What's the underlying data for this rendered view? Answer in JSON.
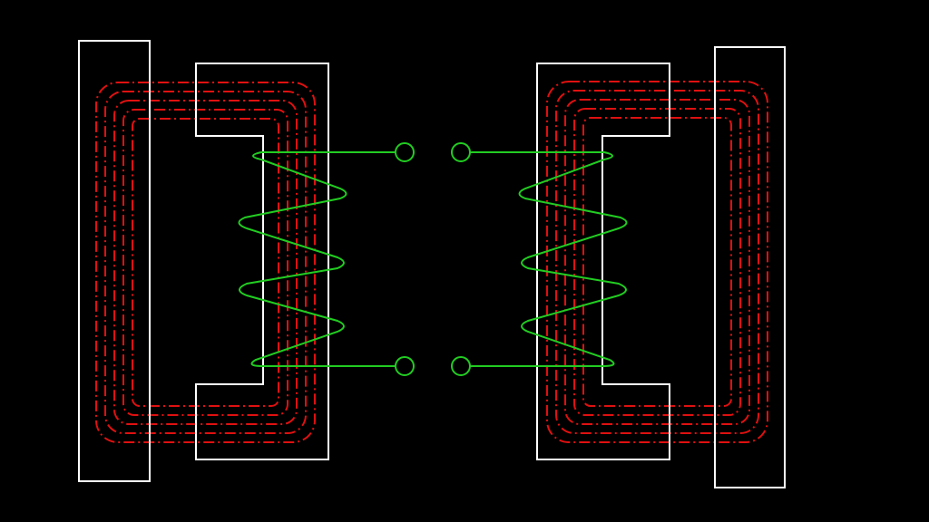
{
  "diagram": {
    "background": "#000000",
    "colors": {
      "core_outline": "#ffffff",
      "flux_lines": "#e01010",
      "coil_and_terminals": "#22cc22"
    },
    "left_device": {
      "components": [
        "straight-core-bar",
        "c-shaped-core",
        "magnetic-flux-loops",
        "winding-coil",
        "terminal-top",
        "terminal-bottom"
      ],
      "flux_loop_count": 5,
      "coil_turns": 3
    },
    "right_device": {
      "components": [
        "straight-core-bar",
        "c-shaped-core",
        "magnetic-flux-loops",
        "winding-coil",
        "terminal-top",
        "terminal-bottom"
      ],
      "flux_loop_count": 5,
      "coil_turns": 3
    }
  }
}
